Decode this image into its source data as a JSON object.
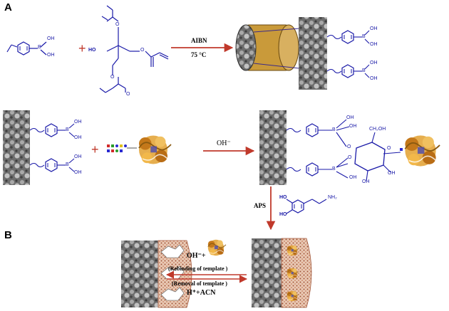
{
  "panels": {
    "a": "A",
    "b": "B"
  },
  "chem": {
    "oh": "OH",
    "b": "B",
    "ho": "HO",
    "o": "O",
    "ch2oh": "CH₂OH",
    "nh2": "NH₂"
  },
  "reactions": {
    "plus": "+",
    "initiator": "AIBN",
    "temperature": "75 °C",
    "base": "OH⁻",
    "aps": "APS",
    "rebind_reagent": "OH⁻+",
    "rebinding": "(Rebinding of template )",
    "removal": "(Removal of template )",
    "elution": "H⁺+ACN"
  },
  "colors": {
    "molecule": "#1a1aa8",
    "plus": "#c0392b",
    "arrow": "#c0392b",
    "monolith_dark": "#3a3a3a",
    "monolith_mid": "#8a8a8a",
    "tube": "#c99a3a",
    "protein": "#d18a1a",
    "polydopamine": "#b06a4a"
  }
}
